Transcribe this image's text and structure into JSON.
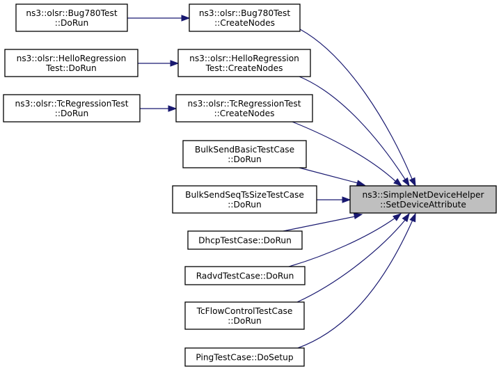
{
  "diagram": {
    "type": "call-graph",
    "edge_color": "#191970",
    "target_fill": "#bfbfbf",
    "target": {
      "id": "target",
      "lines": [
        "ns3::SimpleNetDeviceHelper",
        "::SetDeviceAttribute"
      ]
    },
    "nodes": [
      {
        "id": "bug780-dorun",
        "lines": [
          "ns3::olsr::Bug780Test",
          "::DoRun"
        ]
      },
      {
        "id": "bug780-createnodes",
        "lines": [
          "ns3::olsr::Bug780Test",
          "::CreateNodes"
        ]
      },
      {
        "id": "hello-dorun",
        "lines": [
          "ns3::olsr::HelloRegression",
          "Test::DoRun"
        ]
      },
      {
        "id": "hello-createnodes",
        "lines": [
          "ns3::olsr::HelloRegression",
          "Test::CreateNodes"
        ]
      },
      {
        "id": "tc-dorun",
        "lines": [
          "ns3::olsr::TcRegressionTest",
          "::DoRun"
        ]
      },
      {
        "id": "tc-createnodes",
        "lines": [
          "ns3::olsr::TcRegressionTest",
          "::CreateNodes"
        ]
      },
      {
        "id": "bulksendbasic-dorun",
        "lines": [
          "BulkSendBasicTestCase",
          "::DoRun"
        ]
      },
      {
        "id": "bulksendseq-dorun",
        "lines": [
          "BulkSendSeqTsSizeTestCase",
          "::DoRun"
        ]
      },
      {
        "id": "dhcp-dorun",
        "lines": [
          "DhcpTestCase::DoRun"
        ]
      },
      {
        "id": "radvd-dorun",
        "lines": [
          "RadvdTestCase::DoRun"
        ]
      },
      {
        "id": "tcflow-dorun",
        "lines": [
          "TcFlowControlTestCase",
          "::DoRun"
        ]
      },
      {
        "id": "ping-dosetup",
        "lines": [
          "PingTestCase::DoSetup"
        ]
      }
    ],
    "edges": [
      {
        "from": "bug780-dorun",
        "to": "bug780-createnodes"
      },
      {
        "from": "hello-dorun",
        "to": "hello-createnodes"
      },
      {
        "from": "tc-dorun",
        "to": "tc-createnodes"
      },
      {
        "from": "bug780-createnodes",
        "to": "target"
      },
      {
        "from": "hello-createnodes",
        "to": "target"
      },
      {
        "from": "tc-createnodes",
        "to": "target"
      },
      {
        "from": "bulksendbasic-dorun",
        "to": "target"
      },
      {
        "from": "bulksendseq-dorun",
        "to": "target"
      },
      {
        "from": "dhcp-dorun",
        "to": "target"
      },
      {
        "from": "radvd-dorun",
        "to": "target"
      },
      {
        "from": "tcflow-dorun",
        "to": "target"
      },
      {
        "from": "ping-dosetup",
        "to": "target"
      }
    ]
  }
}
